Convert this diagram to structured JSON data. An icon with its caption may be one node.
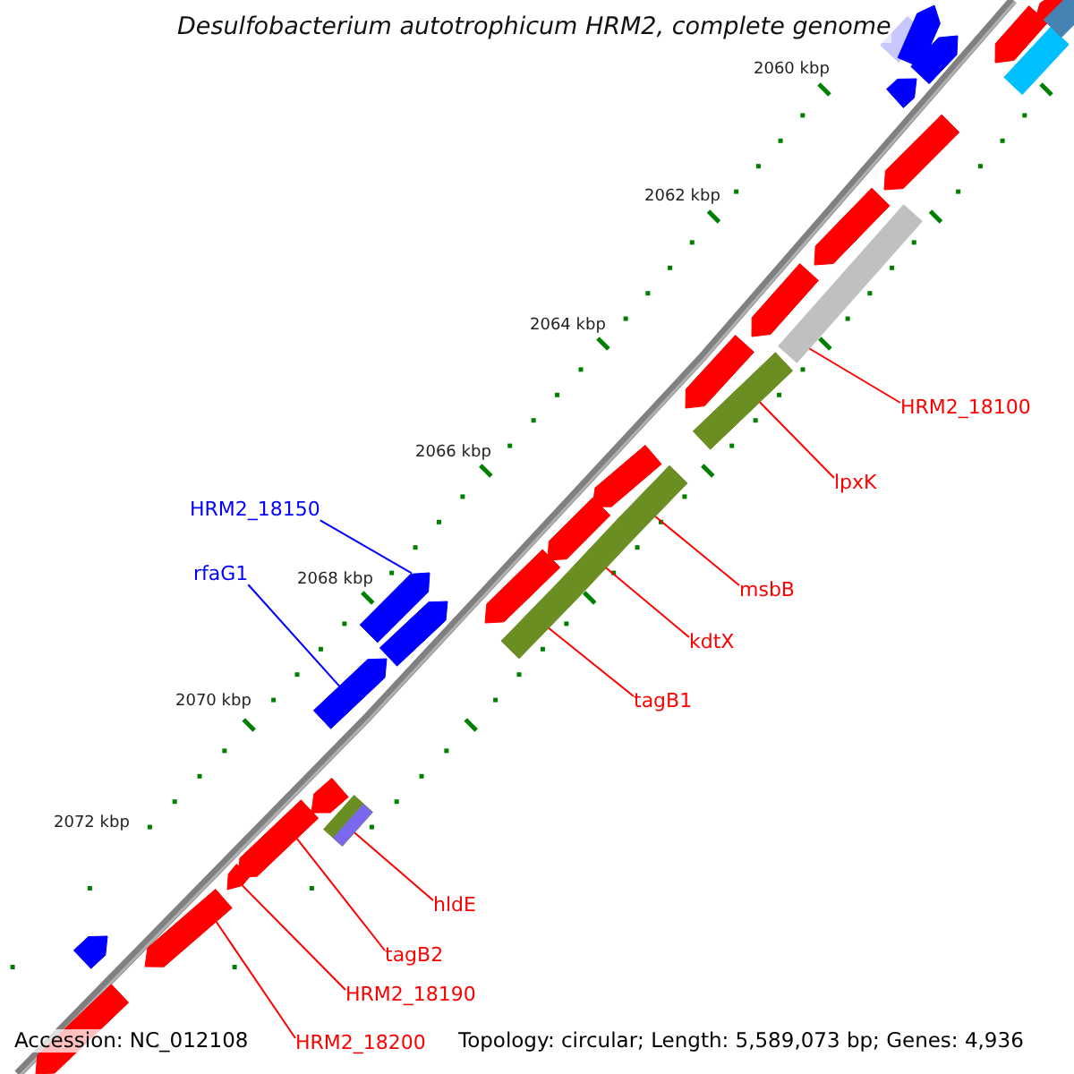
{
  "diagram": {
    "title": "Desulfobacterium autotrophicum HRM2, complete genome",
    "nodes": [
      {
        "text": [
          "HRM2_18100"
        ]
      },
      {
        "text": [],
        "shape": "bar"
      },
      {
        "text": [
          "lpxK"
        ]
      },
      {
        "text": [],
        "shape": "bar"
      },
      {
        "text": [
          "msbB"
        ]
      },
      {
        "text": [],
        "shape": "bar"
      },
      {
        "text": [
          "kdtX"
        ]
      },
      {
        "text": [],
        "shape": "bar"
      },
      {
        "text": [
          "tagB1"
        ]
      },
      {
        "text": [],
        "shape": "bar"
      },
      {
        "text": [
          "HRM2_18150"
        ]
      },
      {
        "text": [],
        "shape": "arrow"
      },
      {
        "text": [
          "rfaG1"
        ]
      },
      {
        "text": [],
        "shape": "arrow"
      },
      {
        "text": [
          "hldE"
        ]
      },
      {
        "text": [],
        "shape": "bar"
      },
      {
        "text": [
          "tagB2"
        ]
      },
      {
        "text": [],
        "shape": "arrow"
      },
      {
        "text": [
          "HRM2_18190"
        ]
      },
      {
        "text": [],
        "shape": "arrow"
      },
      {
        "text": [
          "HRM2_18200"
        ]
      },
      {
        "text": [],
        "shape": "arrow"
      }
    ],
    "edges": [
      {
        "from": 0,
        "to": 1,
        "arrow": "none"
      },
      {
        "from": 2,
        "to": 3,
        "arrow": "none"
      },
      {
        "from": 4,
        "to": 5,
        "arrow": "none"
      },
      {
        "from": 6,
        "to": 7,
        "arrow": "none"
      },
      {
        "from": 8,
        "to": 9,
        "arrow": "none"
      },
      {
        "from": 10,
        "to": 11,
        "arrow": "none",
        "color": "#0000ff"
      },
      {
        "from": 12,
        "to": 13,
        "arrow": "none",
        "color": "#0000ff"
      },
      {
        "from": 14,
        "to": 15,
        "arrow": "none"
      },
      {
        "from": 16,
        "to": 17,
        "arrow": "none"
      },
      {
        "from": 18,
        "to": 19,
        "arrow": "none"
      },
      {
        "from": 20,
        "to": 21,
        "arrow": "none"
      }
    ],
    "labels": [
      "2060 kbp",
      "2062 kbp",
      "2064 kbp",
      "2066 kbp",
      "2068 kbp",
      "2070 kbp",
      "2072 kbp",
      "Accession: NC_012108",
      "Topology: circular; Length: 5,589,073 bp; Genes: 4,936"
    ]
  }
}
